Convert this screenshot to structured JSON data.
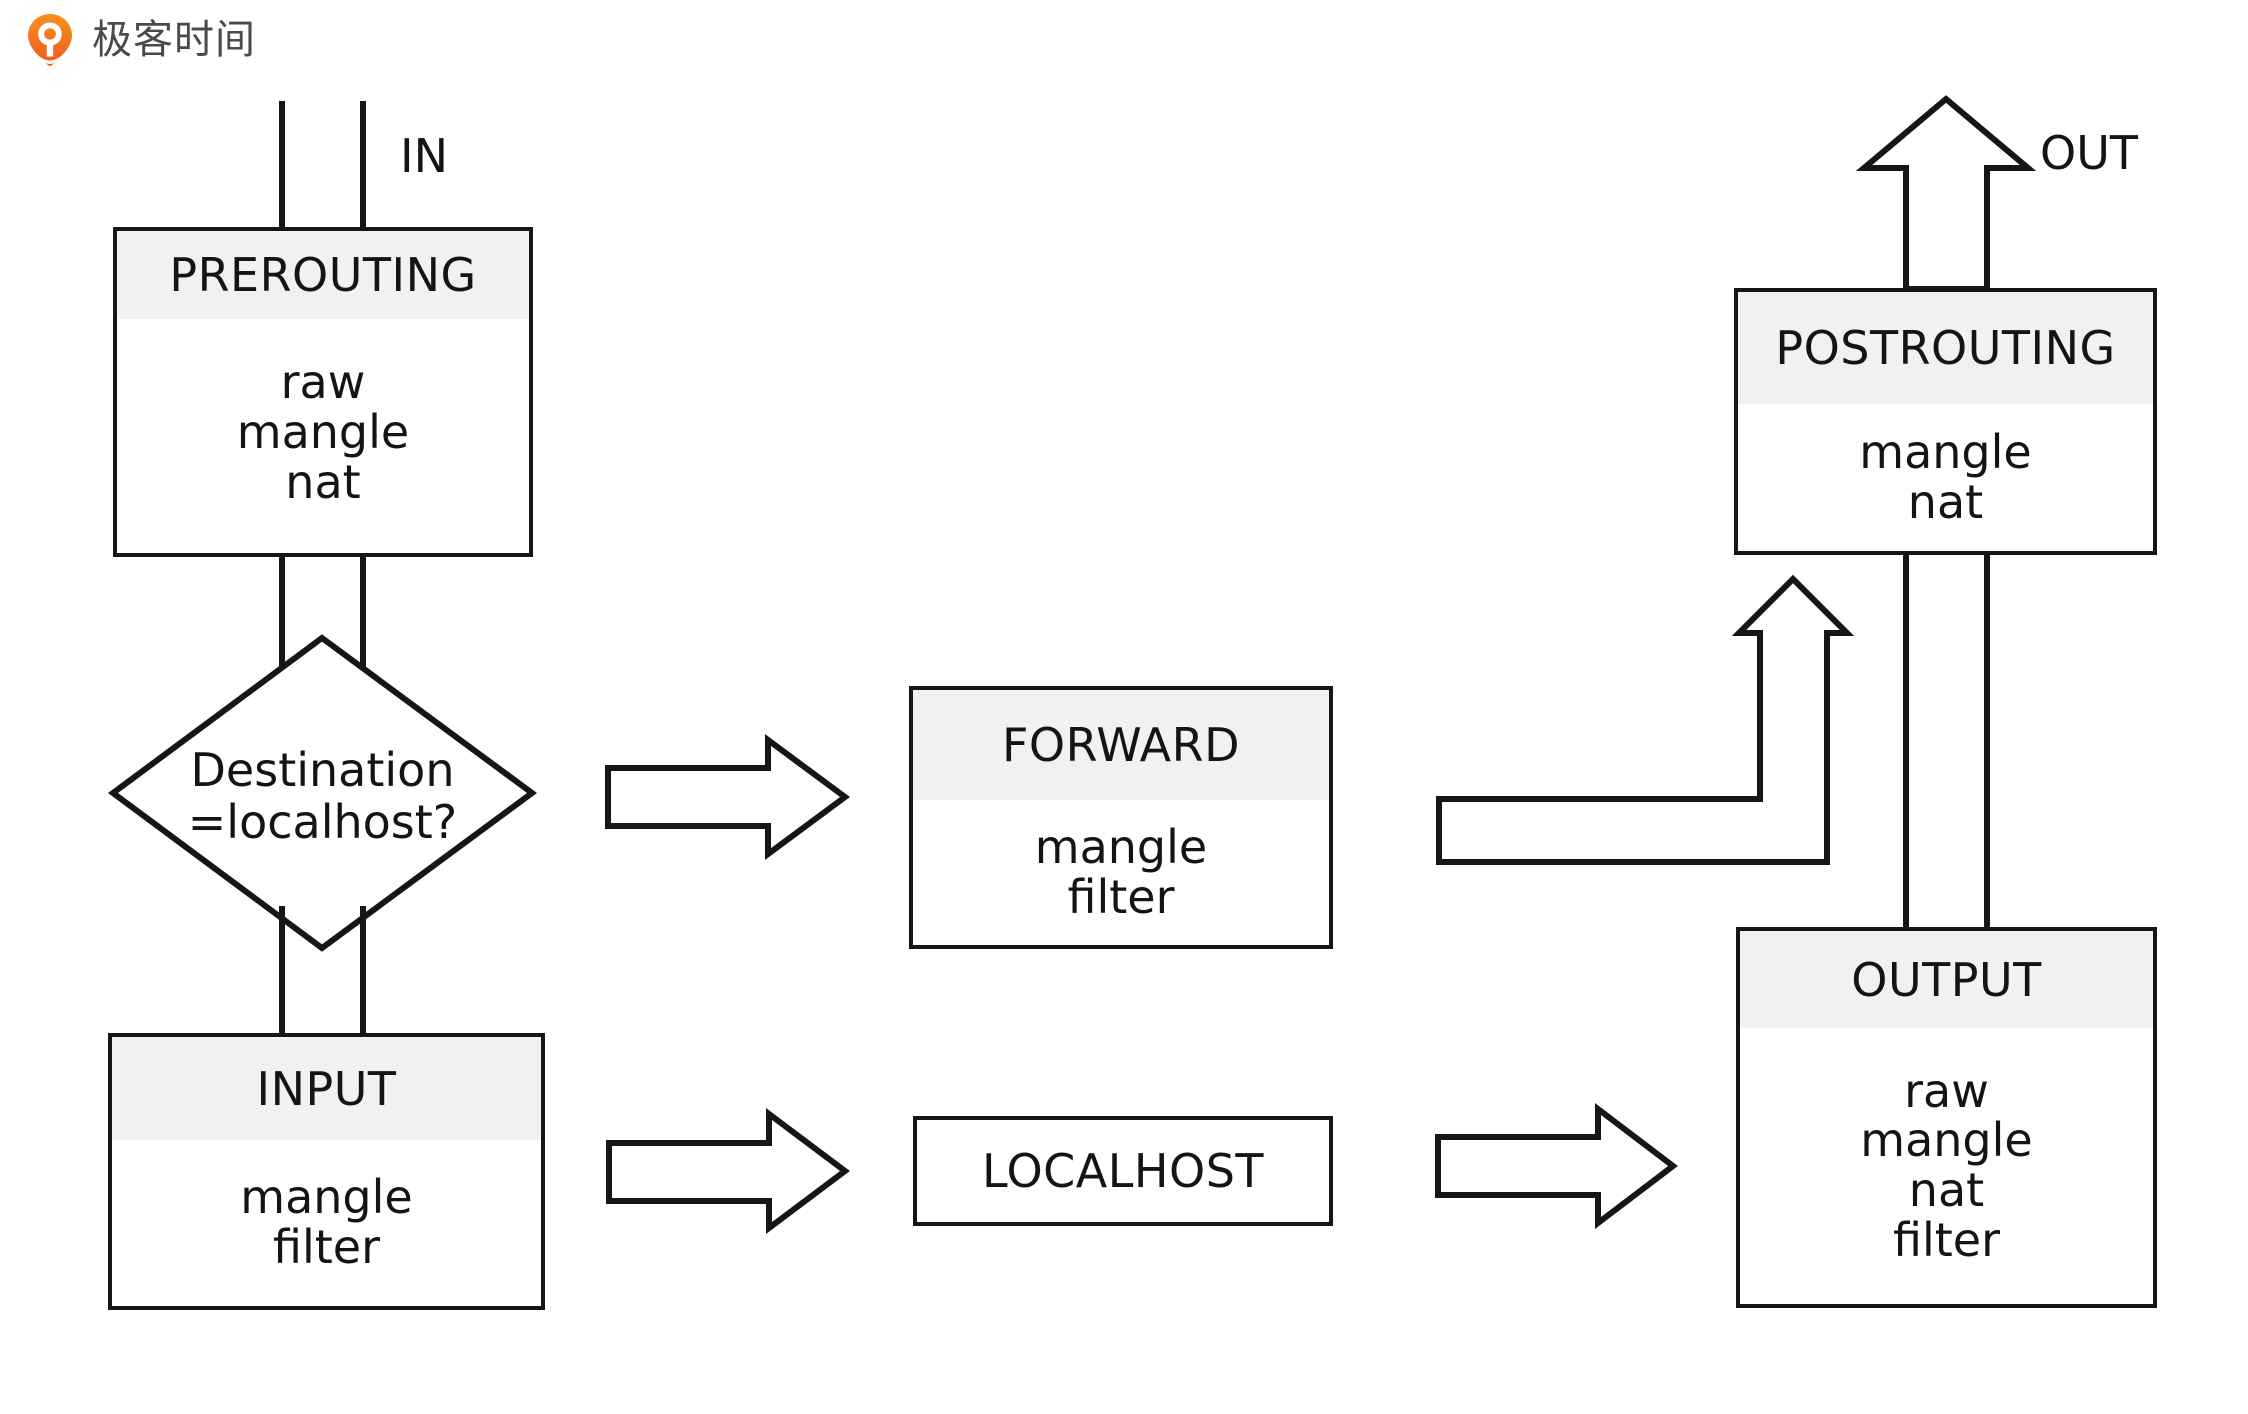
{
  "brand": {
    "name": "极客时间",
    "logo_icon": "geektime-pin-logo-icon",
    "accent_color": "#f26b1d",
    "text_color": "#4a4a4a"
  },
  "diagram": {
    "title_entry_label": "IN",
    "title_exit_label": "OUT",
    "colors": {
      "stroke": "#161616",
      "header_fill": "#f1f1f1",
      "body_fill": "#ffffff",
      "page_background": "#ffffff"
    },
    "nodes": {
      "prerouting": {
        "header": "PREROUTING",
        "tables": [
          "raw",
          "mangle",
          "nat"
        ]
      },
      "decision": {
        "line1": "Destination",
        "line2": "=localhost?"
      },
      "input": {
        "header": "INPUT",
        "tables": [
          "mangle",
          "filter"
        ]
      },
      "forward": {
        "header": "FORWARD",
        "tables": [
          "mangle",
          "filter"
        ]
      },
      "localhost": {
        "label": "LOCALHOST"
      },
      "postrouting": {
        "header": "POSTROUTING",
        "tables": [
          "mangle",
          "nat"
        ]
      },
      "output": {
        "header": "OUTPUT",
        "tables": [
          "raw",
          "mangle",
          "nat",
          "filter"
        ]
      }
    },
    "connectors": [
      {
        "name": "in-line-left",
        "kind": "line"
      },
      {
        "name": "in-line-right",
        "kind": "line"
      },
      {
        "name": "prerouting-to-decision",
        "kind": "line"
      },
      {
        "name": "decision-to-input",
        "kind": "line"
      },
      {
        "name": "decision-to-forward",
        "kind": "block-arrow-right"
      },
      {
        "name": "input-to-localhost",
        "kind": "block-arrow-right"
      },
      {
        "name": "localhost-to-output",
        "kind": "block-arrow-right"
      },
      {
        "name": "forward-to-postrouting",
        "kind": "block-arrow-elbow-up"
      },
      {
        "name": "output-to-postrouting",
        "kind": "line"
      },
      {
        "name": "postrouting-out",
        "kind": "block-arrow-up"
      }
    ]
  }
}
